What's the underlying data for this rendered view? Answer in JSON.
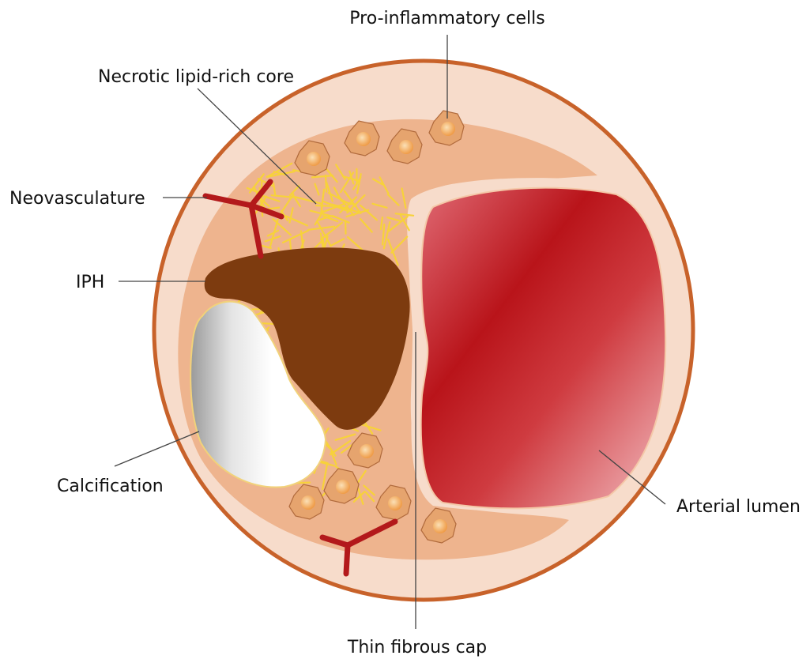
{
  "labels": {
    "pro_inflammatory": "Pro-inflammatory cells",
    "necrotic_core": "Necrotic lipid-rich core",
    "neovasculature": "Neovasculature",
    "iph": "IPH",
    "calcification": "Calcification",
    "arterial_lumen": "Arterial lumen",
    "thin_fibrous_cap": "Thin fibrous cap"
  },
  "colors": {
    "adventitia_ring": "#c8622a",
    "outer_layer": "#f7dccb",
    "plaque": "#eeb48e",
    "lumen_dark": "#b81d20",
    "lumen_light": "#efb3b8",
    "hemorrhage": "#7d3b0f",
    "calcification": "#ffffff",
    "lipid_crystals": "#f7d23a",
    "cell_body": "#e6a46e",
    "cell_nucleus": "#f0a650",
    "vessel": "#b3191b",
    "text": "#111111"
  }
}
